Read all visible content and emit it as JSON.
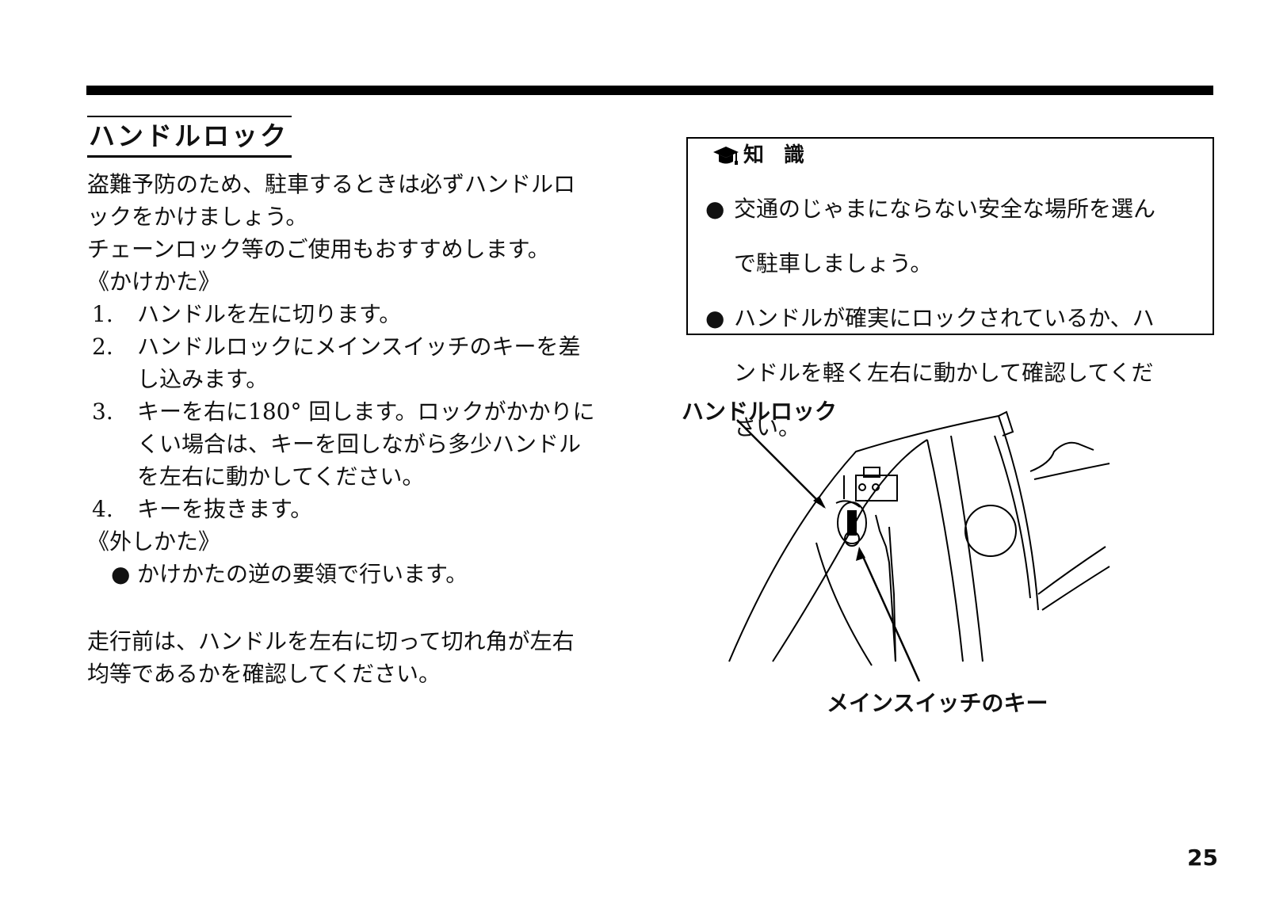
{
  "section_title": "ハンドルロック",
  "intro": [
    "盗難予防のため、駐車するときは必ずハンドルロ",
    "ックをかけましょう。",
    "チェーンロック等のご使用もおすすめします。"
  ],
  "how_to_lock": {
    "heading": "《かけかた》",
    "steps": [
      {
        "num": "1.",
        "lines": [
          "ハンドルを左に切ります。"
        ]
      },
      {
        "num": "2.",
        "lines": [
          "ハンドルロックにメインスイッチのキーを差",
          "し込みます。"
        ]
      },
      {
        "num": "3.",
        "lines": [
          "キーを右に180° 回します。ロックがかかりに",
          "くい場合は、キーを回しながら多少ハンドル",
          "を左右に動かしてください。"
        ]
      },
      {
        "num": "4.",
        "lines": [
          "キーを抜きます。"
        ]
      }
    ]
  },
  "how_to_unlock": {
    "heading": "《外しかた》",
    "bullet": "●",
    "item": "かけかたの逆の要領で行います。"
  },
  "pre_ride_note": [
    "走行前は、ハンドルを左右に切って切れ角が左右",
    "均等であるかを確認してください。"
  ],
  "knowledge_box": {
    "title": "知 識",
    "icon": "graduation-cap-icon",
    "bullet": "●",
    "items": [
      [
        "交通のじゃまにならない安全な場所を選ん",
        "で駐車しましょう。"
      ],
      [
        "ハンドルが確実にロックされているか、ハ",
        "ンドルを軽く左右に動かして確認してくだ",
        "さい。"
      ]
    ]
  },
  "figure": {
    "label_lock": "ハンドルロック",
    "label_key": "メインスイッチのキー"
  },
  "page_number": "25"
}
